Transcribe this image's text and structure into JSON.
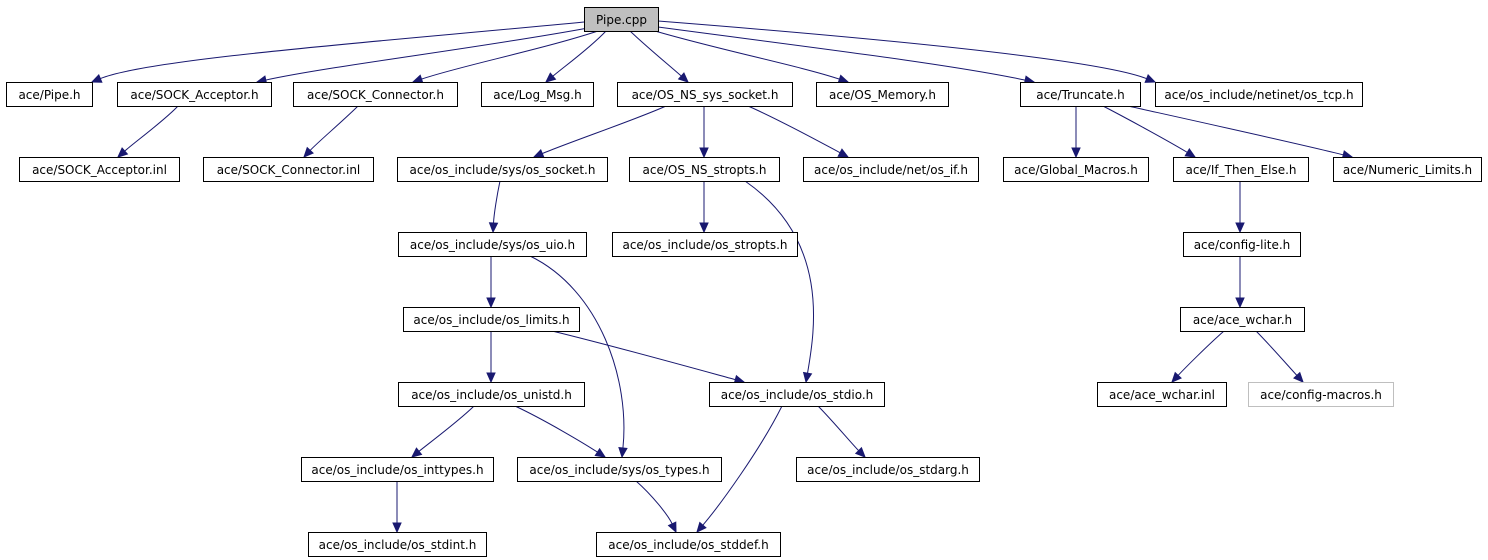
{
  "diagram": {
    "colors": {
      "edge": "#191970",
      "root_fill": "#bfbfbf",
      "node_border": "#000000",
      "missing_node_border": "#bfbfbf"
    },
    "nodes": [
      {
        "id": "n0",
        "label": "Pipe.cpp",
        "root": true
      },
      {
        "id": "n1",
        "label": "ace/Pipe.h"
      },
      {
        "id": "n2",
        "label": "ace/SOCK_Acceptor.h"
      },
      {
        "id": "n3",
        "label": "ace/SOCK_Connector.h"
      },
      {
        "id": "n4",
        "label": "ace/Log_Msg.h"
      },
      {
        "id": "n5",
        "label": "ace/OS_NS_sys_socket.h"
      },
      {
        "id": "n6",
        "label": "ace/OS_Memory.h"
      },
      {
        "id": "n7",
        "label": "ace/Truncate.h"
      },
      {
        "id": "n8",
        "label": "ace/os_include/netinet/os_tcp.h"
      },
      {
        "id": "n9",
        "label": "ace/SOCK_Acceptor.inl"
      },
      {
        "id": "n10",
        "label": "ace/SOCK_Connector.inl"
      },
      {
        "id": "n11",
        "label": "ace/os_include/sys/os_socket.h"
      },
      {
        "id": "n12",
        "label": "ace/OS_NS_stropts.h"
      },
      {
        "id": "n13",
        "label": "ace/os_include/net/os_if.h"
      },
      {
        "id": "n14",
        "label": "ace/Global_Macros.h"
      },
      {
        "id": "n15",
        "label": "ace/If_Then_Else.h"
      },
      {
        "id": "n16",
        "label": "ace/Numeric_Limits.h"
      },
      {
        "id": "n17",
        "label": "ace/os_include/sys/os_uio.h"
      },
      {
        "id": "n18",
        "label": "ace/os_include/os_stropts.h"
      },
      {
        "id": "n19",
        "label": "ace/config-lite.h"
      },
      {
        "id": "n20",
        "label": "ace/os_include/os_limits.h"
      },
      {
        "id": "n21",
        "label": "ace/ace_wchar.h"
      },
      {
        "id": "n22",
        "label": "ace/os_include/os_unistd.h"
      },
      {
        "id": "n23",
        "label": "ace/os_include/os_stdio.h"
      },
      {
        "id": "n24",
        "label": "ace/ace_wchar.inl"
      },
      {
        "id": "n25",
        "label": "ace/config-macros.h",
        "missing": true
      },
      {
        "id": "n26",
        "label": "ace/os_include/os_inttypes.h"
      },
      {
        "id": "n27",
        "label": "ace/os_include/sys/os_types.h"
      },
      {
        "id": "n28",
        "label": "ace/os_include/os_stdarg.h"
      },
      {
        "id": "n29",
        "label": "ace/os_include/os_stdint.h"
      },
      {
        "id": "n30",
        "label": "ace/os_include/os_stddef.h"
      }
    ],
    "edges": [
      [
        "n0",
        "n1"
      ],
      [
        "n0",
        "n2"
      ],
      [
        "n0",
        "n3"
      ],
      [
        "n0",
        "n4"
      ],
      [
        "n0",
        "n5"
      ],
      [
        "n0",
        "n6"
      ],
      [
        "n0",
        "n7"
      ],
      [
        "n0",
        "n8"
      ],
      [
        "n2",
        "n9"
      ],
      [
        "n3",
        "n10"
      ],
      [
        "n5",
        "n11"
      ],
      [
        "n5",
        "n12"
      ],
      [
        "n5",
        "n13"
      ],
      [
        "n7",
        "n14"
      ],
      [
        "n7",
        "n15"
      ],
      [
        "n7",
        "n16"
      ],
      [
        "n11",
        "n17"
      ],
      [
        "n12",
        "n18"
      ],
      [
        "n12",
        "n23"
      ],
      [
        "n15",
        "n19"
      ],
      [
        "n17",
        "n20"
      ],
      [
        "n17",
        "n27"
      ],
      [
        "n19",
        "n21"
      ],
      [
        "n20",
        "n22"
      ],
      [
        "n20",
        "n23"
      ],
      [
        "n21",
        "n24"
      ],
      [
        "n21",
        "n25"
      ],
      [
        "n22",
        "n26"
      ],
      [
        "n22",
        "n27"
      ],
      [
        "n23",
        "n28"
      ],
      [
        "n23",
        "n30"
      ],
      [
        "n26",
        "n29"
      ],
      [
        "n27",
        "n30"
      ]
    ]
  }
}
